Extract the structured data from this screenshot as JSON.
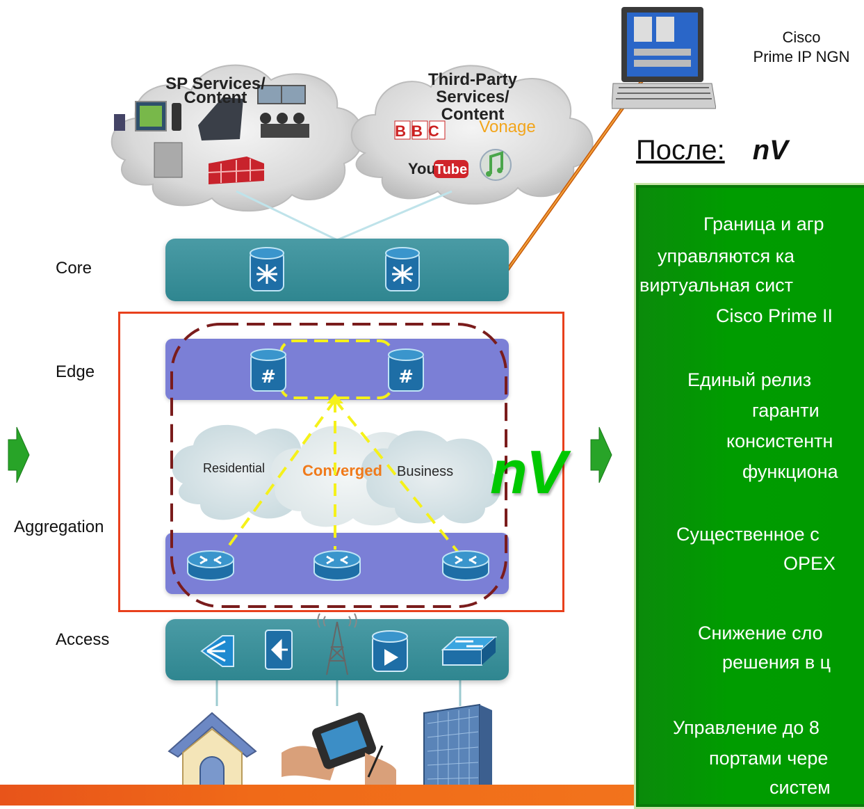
{
  "clouds": {
    "sp": {
      "title_line1": "SP Services/",
      "title_line2": "Content"
    },
    "third_party": {
      "title_line1": "Third-Party",
      "title_line2": "Services/",
      "title_line3": "Content",
      "bbc": "BBC",
      "vonage": "Vonage",
      "youtube_you": "You",
      "youtube_tube": "Tube"
    }
  },
  "layers": {
    "core": "Core",
    "edge": "Edge",
    "aggregation": "Aggregation",
    "access": "Access"
  },
  "inner_clouds": {
    "residential": "Residential",
    "converged": "Converged",
    "business": "Business"
  },
  "nv_label": "nV",
  "prime": {
    "line1": "Cisco",
    "line2": "Prime IP NGN"
  },
  "after_heading": {
    "word": "После:",
    "accent": "nV"
  },
  "info_lines": [
    "Граница и агр",
    "управляются ка",
    "виртуальная сист",
    "Cisco Prime II",
    "Единый релиз",
    "гаранти",
    "консистентн",
    "функциона",
    "Существенное с",
    "OPEX",
    "Снижение сло",
    "решения в ц",
    "Управление до 8",
    "портами чере",
    "систем"
  ],
  "colors": {
    "accent_green": "#00b400",
    "panel_green": "#009a00",
    "highlight_red": "#e8401c",
    "converged_orange": "#f07a1a",
    "dash_yellow": "#f5f11a",
    "dash_maroon": "#7a1c1c"
  }
}
